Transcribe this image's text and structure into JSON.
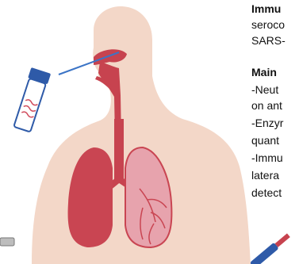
{
  "panel_text": {
    "heading1": "Immu",
    "line1": "seroco",
    "line2": "SARS-",
    "heading2": "Main",
    "line3": "-Neut",
    "line4": "on ant",
    "line5": "-Enzyr",
    "line6": "quant",
    "line7": "-Immu",
    "line8": "latera",
    "line9": "detect"
  },
  "colors": {
    "skin": "#f3d7c8",
    "airway": "#c7434f",
    "lung": "#c94552",
    "lung_right": "#e7a3ad",
    "tube_cap": "#2e5aa8",
    "swab": "#3b74c6"
  }
}
